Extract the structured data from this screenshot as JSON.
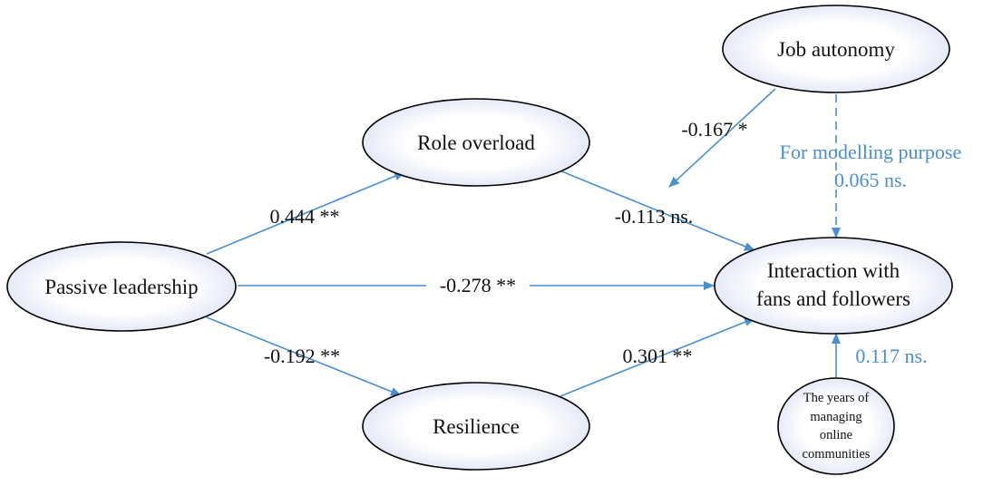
{
  "nodes": {
    "job_autonomy": "Job autonomy",
    "role_overload": "Role overload",
    "passive_leadership": "Passive leadership",
    "interaction": [
      "Interaction with",
      "fans and followers"
    ],
    "resilience": "Resilience",
    "years_managing": [
      "The years of",
      "managing",
      "online",
      "communities"
    ]
  },
  "edges": {
    "pl_to_ro": "0.444 **",
    "pl_to_res": "-0.192 **",
    "pl_to_int": "-0.278 **",
    "ro_to_int": "-0.113 ns.",
    "res_to_int": "0.301 **",
    "ja_to_path": "-0.167 *",
    "ja_to_int": [
      "For modelling purpose",
      "0.065 ns."
    ],
    "years_to_int": "0.117 ns."
  },
  "colors": {
    "edge": "#4a8fd0",
    "node_fill_center": "#ffffff",
    "node_fill_edge": "#dfe4f5",
    "text": "#111111"
  }
}
